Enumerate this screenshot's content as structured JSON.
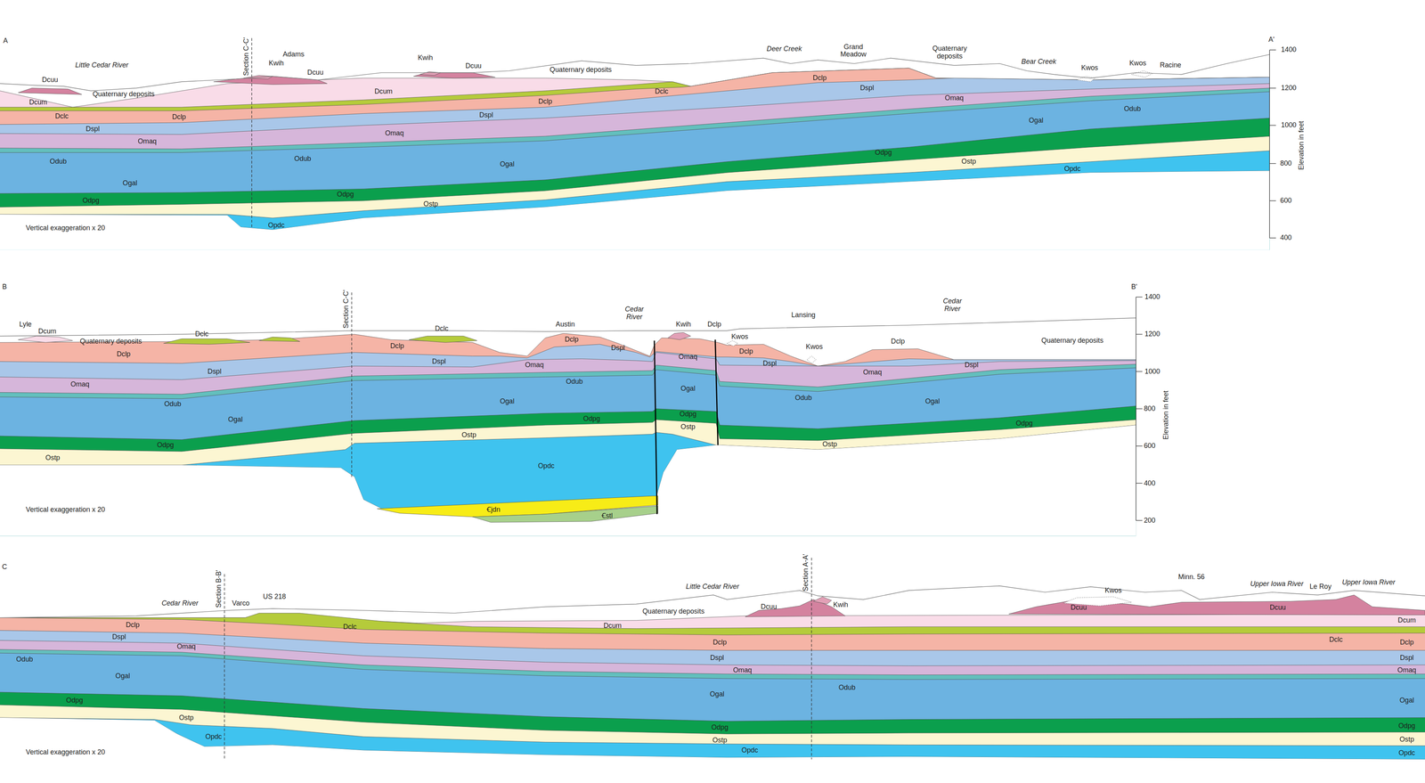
{
  "diagram": {
    "labels": [
      "A",
      "Little Cedar River",
      "Section C-C'",
      "Adams",
      "Kwih",
      "Dcuu",
      "Kwih",
      "Dcuu",
      "Quaternary deposits",
      "Deer Creek",
      "Grand Meadow",
      "Quaternary deposits",
      "A'",
      "1400",
      "Dcuu",
      "Dcum",
      "Quaternary deposits",
      "Dcum",
      "Dclc",
      "Dclp",
      "Dclc",
      "Dclp",
      "Dclp",
      "Dspl",
      "Bear Creek",
      "Kwos",
      "Kwos",
      "Racine",
      "1200",
      "Dspl",
      "Omaq",
      "Dspl",
      "Omaq",
      "Omaq",
      "Odub",
      "Odub",
      "Odub",
      "Ogal",
      "1000",
      "Ogal",
      "Ogal",
      "Odpg",
      "800",
      "Ostp",
      "Opdc",
      "Odpg",
      "Odpg",
      "Ostp",
      "600",
      "Vertical exaggeration x 20",
      "Opdc",
      "400",
      "Elevation in feet",
      "B",
      "Section C-C'",
      "B'",
      "1400",
      "Lyle",
      "Dcum",
      "Quaternary deposits",
      "Dclc",
      "Dclc",
      "Austin",
      "Cedar River",
      "Kwih",
      "Dclp",
      "Lansing",
      "Cedar River",
      "Dclp",
      "Kwos",
      "Kwos",
      "Dclp",
      "Quaternary deposits",
      "1200",
      "Dclp",
      "Dclp",
      "Dspl",
      "Dclp",
      "Dspl",
      "Dspl",
      "Omaq",
      "Omaq",
      "Dspl",
      "Omaq",
      "Dspl",
      "Omaq",
      "Odub",
      "1000",
      "Odub",
      "Ogal",
      "Odub",
      "Ogal",
      "Ogal",
      "Ogal",
      "Odpg",
      "Odpg",
      "Odpg",
      "Ostp",
      "800",
      "Odpg",
      "Ostp",
      "Ostp",
      "600",
      "Ostp",
      "Opdc",
      "400",
      "Vertical exaggeration x 20",
      "Ꞓjdn",
      "Ꞓstl",
      "200",
      "Elevation in feet",
      "C",
      "Section B-B'",
      "US 218",
      "Cedar River",
      "Varco",
      "Little Cedar River",
      "Section A-A'",
      "Minn. 56",
      "Upper Iowa River",
      "Upper Iowa River",
      "Le Roy",
      "Kwos",
      "Kwih",
      "Dcuu",
      "Dcuu",
      "Dcuu",
      "Dcum",
      "Quaternary deposits",
      "Dcum",
      "Dclp",
      "Dspl",
      "Dclc",
      "Omaq",
      "Dclp",
      "Dclc",
      "Dclp",
      "Dspl",
      "Dspl",
      "Odub",
      "Omaq",
      "Omaq",
      "Odub",
      "Ogal",
      "Ogal",
      "Ogal",
      "Odpg",
      "Odpg",
      "Odpg",
      "Ostp",
      "Ostp",
      "Ostp",
      "Opdc",
      "Opdc",
      "Opdc",
      "Vertical exaggeration x 20"
    ]
  }
}
